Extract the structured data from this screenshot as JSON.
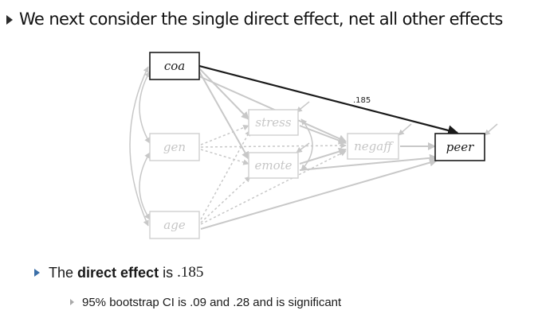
{
  "slide": {
    "title": "We next consider the single direct effect, net all other effects"
  },
  "diagram": {
    "nodes": {
      "coa": "coa",
      "gen": "gen",
      "age": "age",
      "stress": "stress",
      "emote": "emote",
      "negaff": "negaff",
      "peer": "peer"
    },
    "highlighted_path": {
      "from": "coa",
      "to": "peer",
      "coefficient": ".185"
    },
    "colors": {
      "highlight": "#1a1a1a",
      "faded": "#c8c8c8"
    }
  },
  "bullets": {
    "main": {
      "prefix": "The",
      "bold": "direct effect",
      "mid": "is",
      "value": ".185"
    },
    "sub": {
      "text": "95% bootstrap CI is .09 and .28 and is significant"
    }
  }
}
